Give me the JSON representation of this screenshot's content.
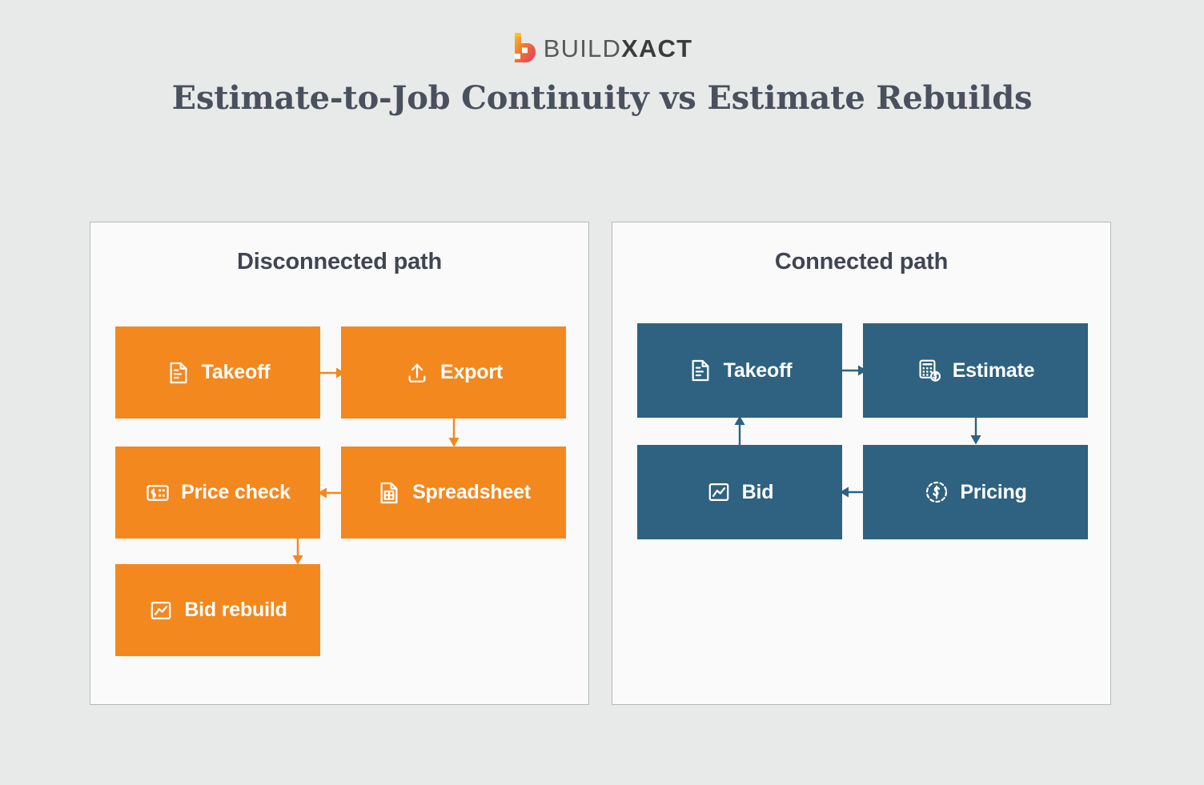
{
  "brand": {
    "mark_icon": "buildxact-b-logo-icon",
    "word_light": "BUILD",
    "word_bold": "XACT",
    "colors": {
      "gradient_start": "#f7c52b",
      "gradient_mid": "#f1762b",
      "gradient_end": "#e8376a",
      "word_light": "#58585b",
      "word_bold": "#3b3b3d"
    }
  },
  "page": {
    "title": "Estimate-to-Job Continuity vs Estimate Rebuilds",
    "background_color": "#e8eaea",
    "title_color": "#4a515c"
  },
  "panels": [
    {
      "id": "disconnected",
      "title": "Disconnected path",
      "accent_color": "#f3881f",
      "background_color": "#fafafa",
      "border_color": "#b6babd",
      "nodes": [
        {
          "id": "takeoff",
          "label": "Takeoff",
          "icon": "document-lines-icon"
        },
        {
          "id": "export",
          "label": "Export",
          "icon": "upload-arrow-icon"
        },
        {
          "id": "price-check",
          "label": "Price check",
          "icon": "banknote-dollar-icon"
        },
        {
          "id": "spreadsheet",
          "label": "Spreadsheet",
          "icon": "document-grid-icon"
        },
        {
          "id": "bid-rebuild",
          "label": "Bid rebuild",
          "icon": "chart-line-square-icon"
        }
      ],
      "arrows": [
        {
          "from": "takeoff",
          "to": "export",
          "direction": "right"
        },
        {
          "from": "export",
          "to": "spreadsheet",
          "direction": "down"
        },
        {
          "from": "spreadsheet",
          "to": "price-check",
          "direction": "left"
        },
        {
          "from": "price-check",
          "to": "bid-rebuild",
          "direction": "down"
        }
      ]
    },
    {
      "id": "connected",
      "title": "Connected path",
      "accent_color": "#2e6280",
      "background_color": "#fafafa",
      "border_color": "#b6babd",
      "nodes": [
        {
          "id": "takeoff",
          "label": "Takeoff",
          "icon": "document-lines-icon"
        },
        {
          "id": "estimate",
          "label": "Estimate",
          "icon": "calculator-dollar-icon"
        },
        {
          "id": "bid",
          "label": "Bid",
          "icon": "chart-line-square-icon"
        },
        {
          "id": "pricing",
          "label": "Pricing",
          "icon": "dollar-dashed-circle-icon"
        }
      ],
      "arrows": [
        {
          "from": "takeoff",
          "to": "estimate",
          "direction": "right"
        },
        {
          "from": "estimate",
          "to": "pricing",
          "direction": "down"
        },
        {
          "from": "pricing",
          "to": "bid",
          "direction": "left"
        },
        {
          "from": "bid",
          "to": "takeoff",
          "direction": "up"
        }
      ]
    }
  ]
}
